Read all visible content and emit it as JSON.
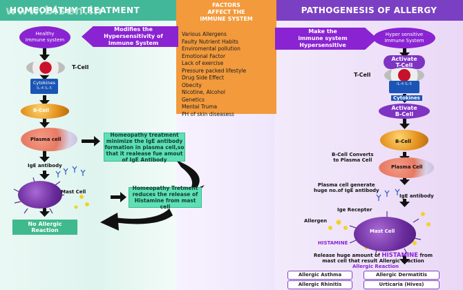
{
  "left_panel": {
    "header": "HOMEOPATHY TREATMENT",
    "healthy_immune": "Healthy\nImmune system",
    "modifies": "Modifies the\nHypersensitivity of\nImmune System",
    "tcell": "T-Cell",
    "cytokines": "Cytokines",
    "cytokines_sub": "IL-4 IL-5",
    "bcell": "B-Cell",
    "plasma_cell": "Plasma cell",
    "homeopathy_treatment": "Homeopathy treatment\nminimize the IgE antibody\nformation in plasma cell,so\nthat it realease fue amout\nof IgE Antibody",
    "ige_antibody": "IgE antibody",
    "mast_cell": "Mast Cell",
    "homeopathy_tretment": "Homeopathy Tretment\nreduces the release of\nHistamine from mast cell",
    "no_allergic": "No Allergic\nReaction"
  },
  "factors": {
    "title": "FACTORS\nAFFECT THE\nIMMUNE SYSTEM",
    "items": [
      "Various Allergens",
      "Faulty Nutrient Habits",
      "Enviromental pollution",
      "Emotional Factor",
      "Lack of exercise",
      "Pressure packed lifestyle",
      "Drug Side Effect",
      "Obecity",
      "Nicotine, Alcohol",
      "Genetics",
      "Mental Truma",
      "PH of skin diseasess"
    ]
  },
  "right_panel": {
    "header": "PATHOGENESIS OF ALLERGY",
    "make_hyper": "Make the\nimmune system\nHypersensitive",
    "hyper_immune": "Hyper sensitive\nImmune System",
    "activate_tcell": "Activate\nT-Cell",
    "tcell": "T-Cell",
    "cytokines": "Cytokines",
    "cytokines_sub": "IL-4 IL-5",
    "activate_bcell": "Activate\nB-Cell",
    "bcell": "B-Cell",
    "bcell_converts": "B-Cell Converts\nto Plasma Cell",
    "plasma_cell": "Plasma Cell",
    "plasma_generate": "Plasma cell generate\nhuge no.of IgE antibody",
    "ige_antibody": "IgE antibody",
    "ige_recepter": "Ige Recepter",
    "allergen": "Allergen",
    "mast_cell": "Mast Cell",
    "histamine": "HISTAMINE",
    "release_prefix": "Release huge amount of",
    "release_histamine": "HISTAMINE",
    "release_suffix": "from\nmast cell that result Allergic reaction",
    "allergic_reaction_title": "Allergic Reaction",
    "reactions": [
      "Allergic Asthma",
      "Allergic Dermatitis",
      "Allergic Rhinitis",
      "Urticaria (Hives)"
    ]
  },
  "watermark": "www.bisen.in",
  "colors": {
    "green": "#43b898",
    "purple": "#7b3fc4",
    "orange": "#f29a3c",
    "histamine": "#8a23d2"
  }
}
